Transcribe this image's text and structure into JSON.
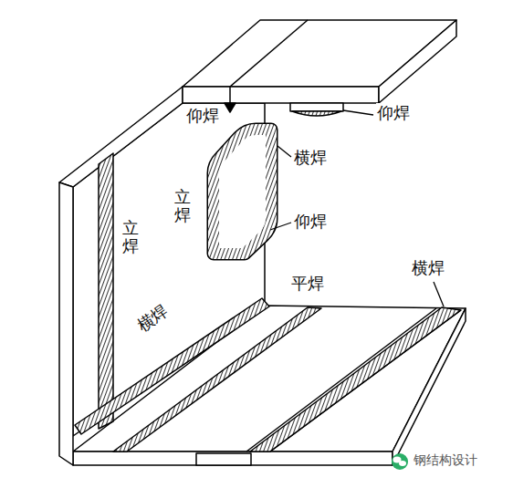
{
  "diagram": {
    "labels": [
      "仰焊",
      "仰焊",
      "横焊",
      "立焊",
      "仰焊",
      "立焊",
      "横焊",
      "平焊",
      "横焊",
      "钢结构设计"
    ]
  }
}
